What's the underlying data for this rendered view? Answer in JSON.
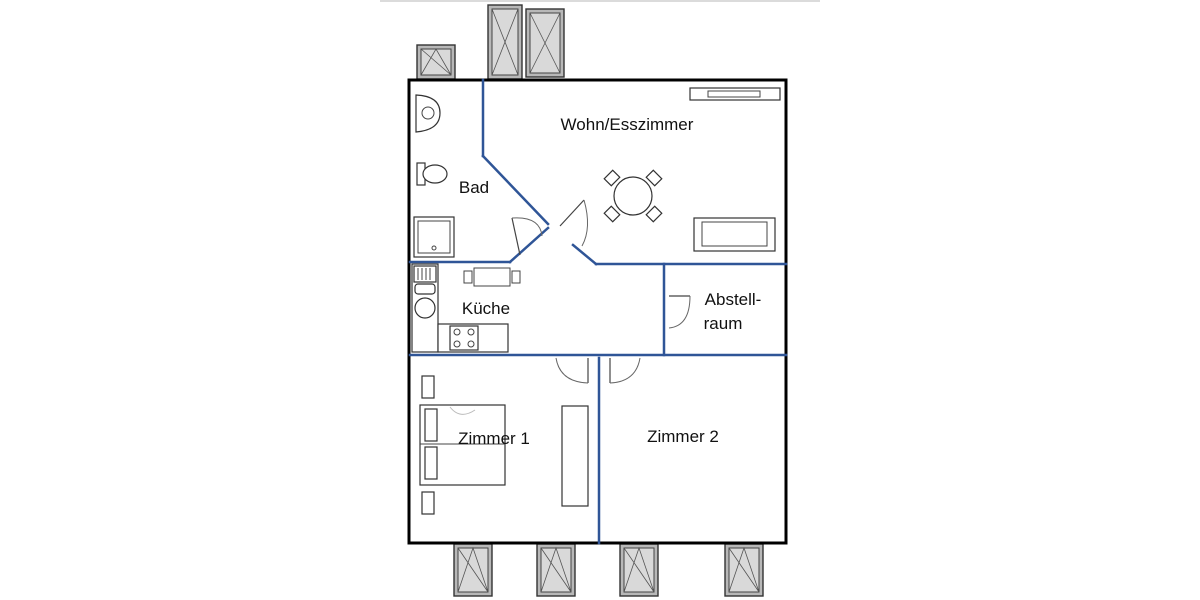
{
  "rooms": {
    "living": "Wohn/Esszimmer",
    "bath": "Bad",
    "kitchen": "Küche",
    "storage_line1": "Abstell-",
    "storage_line2": "raum",
    "room1": "Zimmer 1",
    "room2": "Zimmer 2"
  },
  "colors": {
    "outer_wall": "#000000",
    "inner_wall": "#2f5597",
    "window": "#b8b8b8",
    "background": "#ffffff"
  },
  "icons": [
    "window-icon",
    "sink-icon",
    "toilet-icon",
    "shower-icon",
    "kitchen-sink-icon",
    "stove-icon",
    "dining-table-icon",
    "sofa-icon",
    "bed-icon",
    "wardrobe-icon",
    "door-icon"
  ]
}
